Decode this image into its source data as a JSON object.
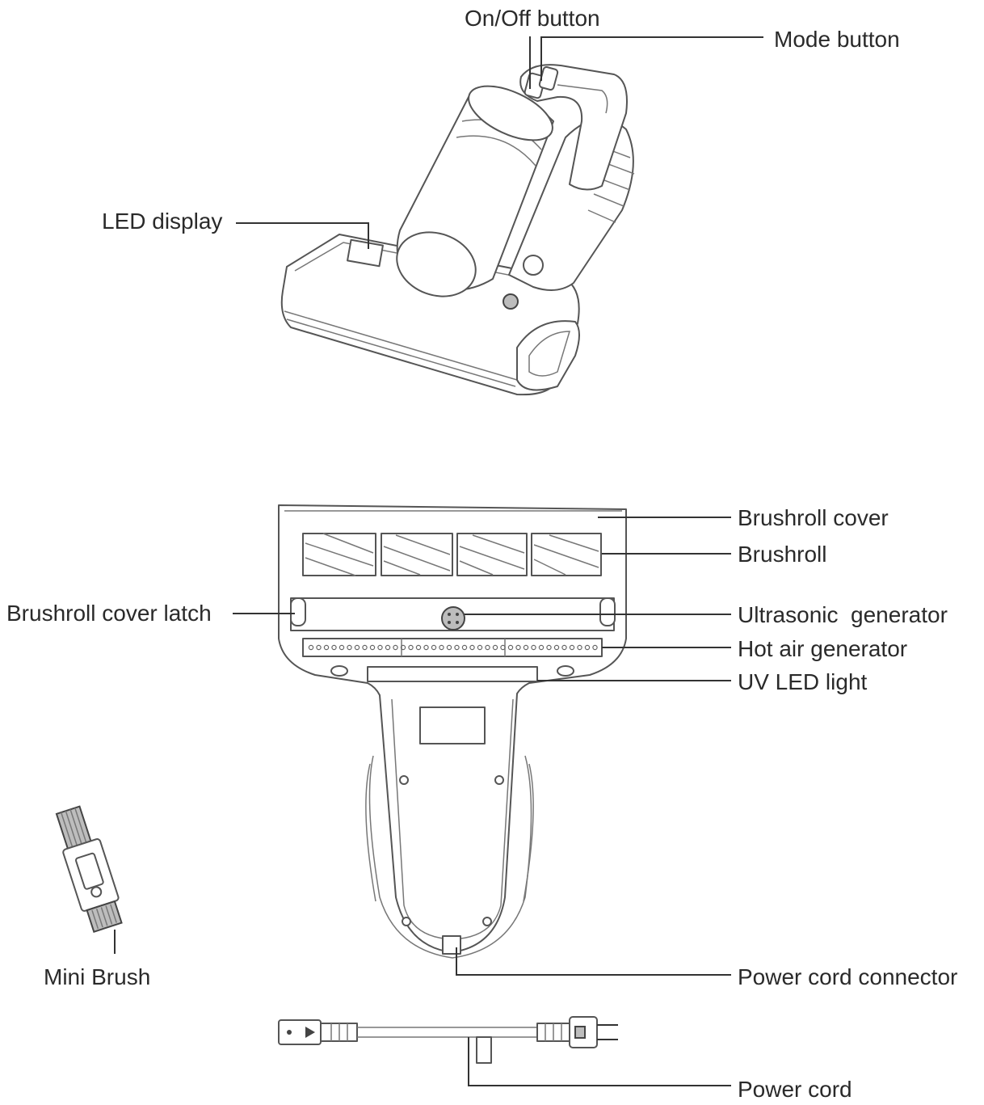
{
  "labels": {
    "on_off_button": "On/Off button",
    "mode_button": "Mode button",
    "led_display": "LED display",
    "brushroll_cover": "Brushroll cover",
    "brushroll": "Brushroll",
    "brushroll_cover_latch": "Brushroll cover latch",
    "ultrasonic_generator": "Ultrasonic  generator",
    "hot_air_generator": "Hot air generator",
    "uv_led_light": "UV LED light",
    "mini_brush": "Mini Brush",
    "power_cord_connector": "Power cord connector",
    "power_cord": "Power cord"
  },
  "colors": {
    "text": "#2a2a2a",
    "line": "#333333",
    "drawing": "#555555"
  }
}
